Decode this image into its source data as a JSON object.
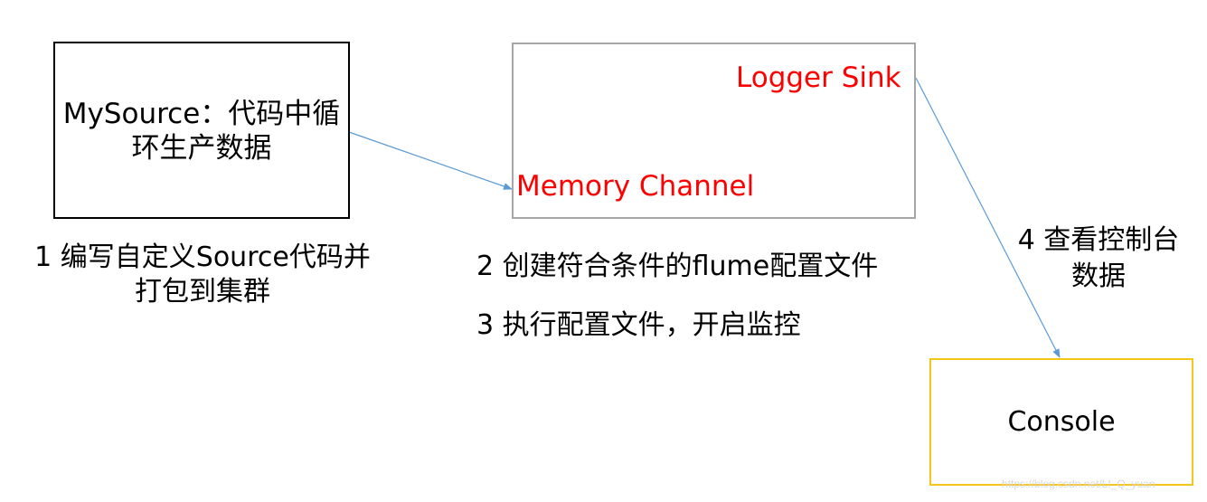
{
  "boxes": {
    "mysource": "MySource：代码中循环生产数据",
    "logger_sink": "Logger Sink",
    "memory_channel": "Memory Channel",
    "console": "Console"
  },
  "steps": {
    "step1": "1 编写自定义Source代码并打包到集群",
    "step2": "2 创建符合条件的flume配置文件",
    "step3": "3 执行配置文件，开启监控",
    "step4": "4 查看控制台数据"
  },
  "watermark": "https://blog.csdn.net/LI_Q_yuan",
  "colors": {
    "arrow": "#5b9bd5",
    "highlight_text": "#ff0000",
    "console_border": "#f5c518",
    "flume_border": "#a6a6a6"
  }
}
